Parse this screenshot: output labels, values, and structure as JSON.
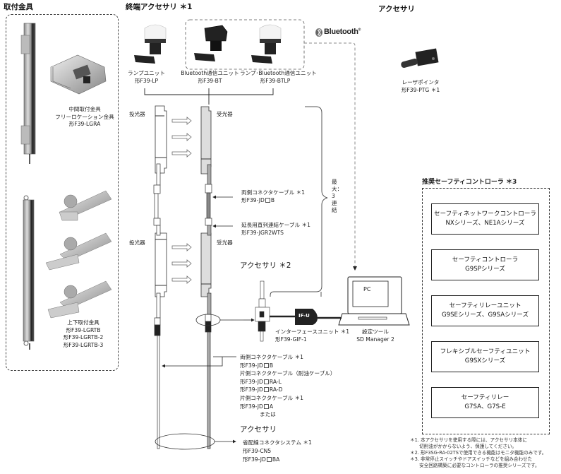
{
  "mounting": {
    "title": "取付金具",
    "mid_bracket": {
      "lines": [
        "中間取付金具",
        "フリーロケーション金具",
        "形F39-LGRA"
      ]
    },
    "top_bottom_bracket": {
      "lines": [
        "上下取付金具",
        "形F39-LGRTB",
        "形F39-LGRTB-2",
        "形F39-LGRTB-3"
      ]
    }
  },
  "end_accessory": {
    "title": "終端アクセサリ ＊1",
    "items": [
      {
        "name": "ランプユニット",
        "model": "形F39-LP"
      },
      {
        "name": "Bluetooth通信ユニット",
        "model": "形F39-BT"
      },
      {
        "name": "ランプ･Bluetooth通信ユニット",
        "model": "形F39-BTLP"
      }
    ]
  },
  "bluetooth": {
    "label": "Bluetooth",
    "mark": "®"
  },
  "accessory_top": {
    "title": "アクセサリ",
    "item": {
      "name": "レーザポインタ",
      "model": "形F39-PTG ＊1"
    }
  },
  "sensors": {
    "emitter_label": "投光器",
    "receiver_label": "受光器",
    "max_chain": "最大：3連結"
  },
  "cables_mid": [
    {
      "name": "両側コネクタケーブル ＊1",
      "model_prefix": "形F39-JD",
      "model_suffix": "B"
    },
    {
      "name": "延長用直列連結ケーブル ＊1",
      "model": "形F39-JGR2WTS"
    }
  ],
  "accessory2": {
    "title": "アクセサリ ＊2",
    "pc_label": "PC",
    "ifu_label": "IF-U",
    "interface_unit": {
      "name": "インターフェースユニット ＊1",
      "model": "形F39-GIF-1"
    },
    "tool": {
      "name": "設定ツール",
      "model": "SD Manager 2"
    }
  },
  "cables_bottom": {
    "lines": [
      {
        "text": "両側コネクタケーブル ＊1"
      },
      {
        "prefix": "形F39-JD",
        "suffix": "B"
      },
      {
        "text": "片側コネクタケーブル（耐油ケーブル）"
      },
      {
        "prefix": "形F39-JD",
        "suffix": "RA-L"
      },
      {
        "prefix": "形F39-JD",
        "suffix": "RA-D"
      },
      {
        "text": "片側コネクタケーブル ＊1"
      },
      {
        "prefix": "形F39-JD",
        "suffix": "A"
      }
    ],
    "or_label": "または"
  },
  "accessory_bottom": {
    "title": "アクセサリ",
    "lines": [
      {
        "text": "省配線コネクタシステム ＊1"
      },
      {
        "text": "形F39-CN5"
      },
      {
        "prefix": "形F39-JD",
        "suffix": "BA"
      }
    ]
  },
  "controllers": {
    "title": "推奨セーフティコントローラ ＊3",
    "items": [
      {
        "line1": "セーフティネットワークコントローラ",
        "line2": "NXシリーズ、NE1Aシリーズ"
      },
      {
        "line1": "セーフティコントローラ",
        "line2": "G9SPシリーズ"
      },
      {
        "line1": "セーフティリレーユニット",
        "line2": "G9SEシリーズ、G9SAシリーズ"
      },
      {
        "line1": "フレキシブルセーフティユニット",
        "line2": "G9SXシリーズ"
      },
      {
        "line1": "セーフティリレー",
        "line2": "G7SA、G7S-E"
      }
    ]
  },
  "notes": [
    "＊1. 本アクセサリを使用する際には、アクセサリ本体に",
    "　　切削油がかからないよう、保護してください。",
    "＊2. 形F3SG-RA-02TSで使用できる機能はモニタ機能のみです。",
    "＊3. 非常停止スイッチやドアスイッチなどを組み合わせた",
    "　　安全回路構築に必要なコントローラの推奨シリーズです。"
  ]
}
